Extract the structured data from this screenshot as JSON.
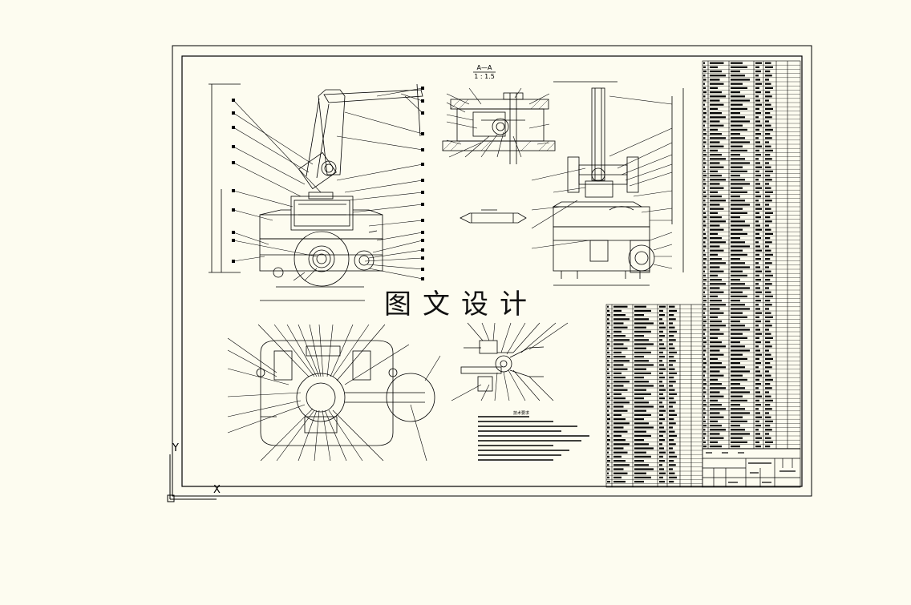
{
  "drawing": {
    "section_label": "A—A",
    "section_scale": "1 : 1.5",
    "tech_requirements_title": "技术要求"
  },
  "watermark": {
    "text": "图文设计"
  },
  "ucs": {
    "x_label": "X",
    "y_label": "Y"
  },
  "colors": {
    "background": "#fdfcf0",
    "line": "#000000",
    "frame": "#000000"
  }
}
